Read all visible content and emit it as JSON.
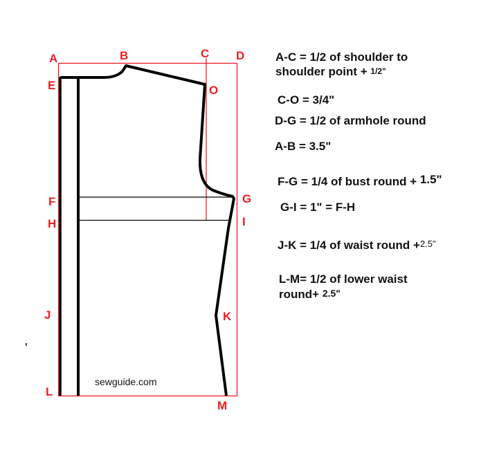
{
  "diagram": {
    "title": "Bodice pattern drafting diagram",
    "colors": {
      "frame": "#ed1c24",
      "pattern_line": "#000000",
      "labels": "#ed1c24",
      "notes": "#111111"
    },
    "points": {
      "A": "A",
      "B": "B",
      "C": "C",
      "D": "D",
      "E": "E",
      "O": "O",
      "F": "F",
      "G": "G",
      "H": "H",
      "I": "I",
      "J": "J",
      "K": "K",
      "L": "L",
      "M": "M"
    },
    "watermark": "sewguide.com"
  },
  "notes": [
    {
      "main": "A-C = 1/2 of shoulder to",
      "line2": "shoulder point + ",
      "suffix": "1/2\""
    },
    {
      "main": "C-O = 3/4\""
    },
    {
      "main": "D-G = 1/2 of armhole round"
    },
    {
      "main": "A-B = 3.5\""
    },
    {
      "main": "F-G = 1/4 of bust round + ",
      "suffix": "1.5\""
    },
    {
      "main": "G-I = 1\" = F-H"
    },
    {
      "main": "J-K = 1/4 of waist round +",
      "suffix": "2.5\""
    },
    {
      "main": "L-M= 1/2 of lower waist",
      "line2": "round+ ",
      "suffix": "2.5\""
    }
  ]
}
